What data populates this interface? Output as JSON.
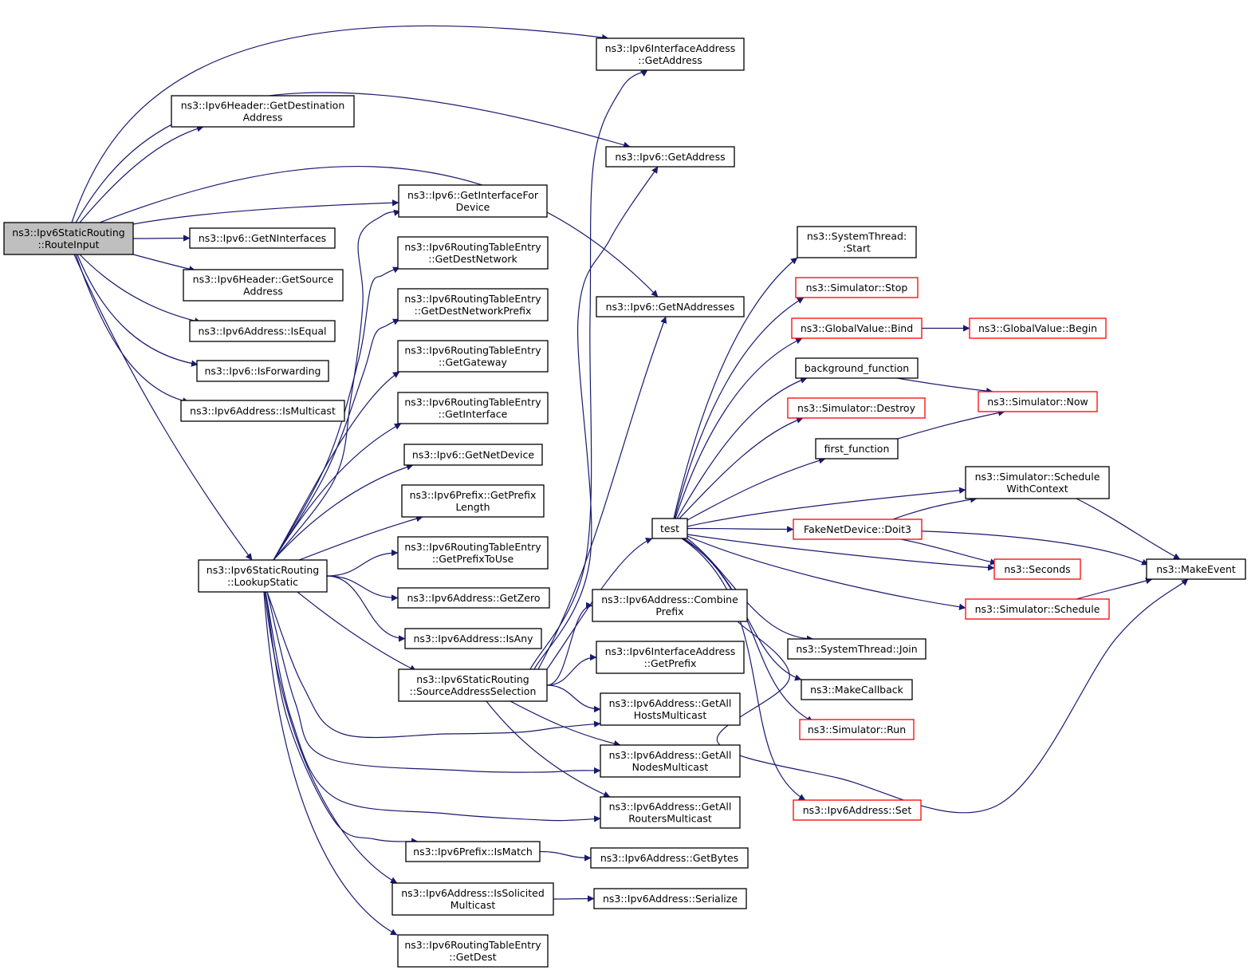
{
  "nodes": [
    {
      "id": "routeinput",
      "lines": [
        "ns3::Ipv6StaticRouting",
        "::RouteInput"
      ],
      "style": "root"
    },
    {
      "id": "getdestaddr",
      "lines": [
        "ns3::Ipv6Header::GetDestination",
        "Address"
      ],
      "style": "normal"
    },
    {
      "id": "getifaceaddr",
      "lines": [
        "ns3::Ipv6InterfaceAddress",
        "::GetAddress"
      ],
      "style": "normal"
    },
    {
      "id": "ipv6getaddr",
      "lines": [
        "ns3::Ipv6::GetAddress"
      ],
      "style": "normal"
    },
    {
      "id": "getifacefordev",
      "lines": [
        "ns3::Ipv6::GetInterfaceFor",
        "Device"
      ],
      "style": "normal"
    },
    {
      "id": "getninterfaces",
      "lines": [
        "ns3::Ipv6::GetNInterfaces"
      ],
      "style": "normal"
    },
    {
      "id": "getsourceaddr",
      "lines": [
        "ns3::Ipv6Header::GetSource",
        "Address"
      ],
      "style": "normal"
    },
    {
      "id": "isequal",
      "lines": [
        "ns3::Ipv6Address::IsEqual"
      ],
      "style": "normal"
    },
    {
      "id": "isforwarding",
      "lines": [
        "ns3::Ipv6::IsForwarding"
      ],
      "style": "normal"
    },
    {
      "id": "ismulticast",
      "lines": [
        "ns3::Ipv6Address::IsMulticast"
      ],
      "style": "normal"
    },
    {
      "id": "lookupstatic",
      "lines": [
        "ns3::Ipv6StaticRouting",
        "::LookupStatic"
      ],
      "style": "normal"
    },
    {
      "id": "getdestnetwork",
      "lines": [
        "ns3::Ipv6RoutingTableEntry",
        "::GetDestNetwork"
      ],
      "style": "normal"
    },
    {
      "id": "getdestnetprefix",
      "lines": [
        "ns3::Ipv6RoutingTableEntry",
        "::GetDestNetworkPrefix"
      ],
      "style": "normal"
    },
    {
      "id": "getgateway",
      "lines": [
        "ns3::Ipv6RoutingTableEntry",
        "::GetGateway"
      ],
      "style": "normal"
    },
    {
      "id": "getinterface",
      "lines": [
        "ns3::Ipv6RoutingTableEntry",
        "::GetInterface"
      ],
      "style": "normal"
    },
    {
      "id": "getnetdevice",
      "lines": [
        "ns3::Ipv6::GetNetDevice"
      ],
      "style": "normal"
    },
    {
      "id": "getprefixlen",
      "lines": [
        "ns3::Ipv6Prefix::GetPrefix",
        "Length"
      ],
      "style": "normal"
    },
    {
      "id": "getprefixtouse",
      "lines": [
        "ns3::Ipv6RoutingTableEntry",
        "::GetPrefixToUse"
      ],
      "style": "normal"
    },
    {
      "id": "getzero",
      "lines": [
        "ns3::Ipv6Address::GetZero"
      ],
      "style": "normal"
    },
    {
      "id": "isany",
      "lines": [
        "ns3::Ipv6Address::IsAny"
      ],
      "style": "normal"
    },
    {
      "id": "srcaddrsel",
      "lines": [
        "ns3::Ipv6StaticRouting",
        "::SourceAddressSelection"
      ],
      "style": "normal"
    },
    {
      "id": "ismatch",
      "lines": [
        "ns3::Ipv6Prefix::IsMatch"
      ],
      "style": "normal"
    },
    {
      "id": "issolicited",
      "lines": [
        "ns3::Ipv6Address::IsSolicited",
        "Multicast"
      ],
      "style": "normal"
    },
    {
      "id": "getdest",
      "lines": [
        "ns3::Ipv6RoutingTableEntry",
        "::GetDest"
      ],
      "style": "normal"
    },
    {
      "id": "getnaddresses",
      "lines": [
        "ns3::Ipv6::GetNAddresses"
      ],
      "style": "normal"
    },
    {
      "id": "combineprefix",
      "lines": [
        "ns3::Ipv6Address::Combine",
        "Prefix"
      ],
      "style": "normal"
    },
    {
      "id": "ifaceprefix",
      "lines": [
        "ns3::Ipv6InterfaceAddress",
        "::GetPrefix"
      ],
      "style": "normal"
    },
    {
      "id": "allhosts",
      "lines": [
        "ns3::Ipv6Address::GetAll",
        "HostsMulticast"
      ],
      "style": "normal"
    },
    {
      "id": "allnodes",
      "lines": [
        "ns3::Ipv6Address::GetAll",
        "NodesMulticast"
      ],
      "style": "normal"
    },
    {
      "id": "allrouters",
      "lines": [
        "ns3::Ipv6Address::GetAll",
        "RoutersMulticast"
      ],
      "style": "normal"
    },
    {
      "id": "getbytes",
      "lines": [
        "ns3::Ipv6Address::GetBytes"
      ],
      "style": "normal"
    },
    {
      "id": "serialize",
      "lines": [
        "ns3::Ipv6Address::Serialize"
      ],
      "style": "normal"
    },
    {
      "id": "test",
      "lines": [
        "test"
      ],
      "style": "normal"
    },
    {
      "id": "threadstart",
      "lines": [
        "ns3::SystemThread:",
        ":Start"
      ],
      "style": "normal"
    },
    {
      "id": "simstop",
      "lines": [
        "ns3::Simulator::Stop"
      ],
      "style": "red"
    },
    {
      "id": "gvbind",
      "lines": [
        "ns3::GlobalValue::Bind"
      ],
      "style": "red"
    },
    {
      "id": "gvbegin",
      "lines": [
        "ns3::GlobalValue::Begin"
      ],
      "style": "red"
    },
    {
      "id": "bgfunc",
      "lines": [
        "background_function"
      ],
      "style": "normal"
    },
    {
      "id": "simdestroy",
      "lines": [
        "ns3::Simulator::Destroy"
      ],
      "style": "red"
    },
    {
      "id": "simnow",
      "lines": [
        "ns3::Simulator::Now"
      ],
      "style": "red"
    },
    {
      "id": "firstfunc",
      "lines": [
        "first_function"
      ],
      "style": "normal"
    },
    {
      "id": "schedctx",
      "lines": [
        "ns3::Simulator::Schedule",
        "WithContext"
      ],
      "style": "normal"
    },
    {
      "id": "doit3",
      "lines": [
        "FakeNetDevice::Doit3"
      ],
      "style": "red"
    },
    {
      "id": "makeevent",
      "lines": [
        "ns3::MakeEvent"
      ],
      "style": "normal"
    },
    {
      "id": "seconds",
      "lines": [
        "ns3::Seconds"
      ],
      "style": "red"
    },
    {
      "id": "schedule",
      "lines": [
        "ns3::Simulator::Schedule"
      ],
      "style": "red"
    },
    {
      "id": "threadjoin",
      "lines": [
        "ns3::SystemThread::Join"
      ],
      "style": "normal"
    },
    {
      "id": "makecallback",
      "lines": [
        "ns3::MakeCallback"
      ],
      "style": "normal"
    },
    {
      "id": "simrun",
      "lines": [
        "ns3::Simulator::Run"
      ],
      "style": "red"
    },
    {
      "id": "addrset",
      "lines": [
        "ns3::Ipv6Address::Set"
      ],
      "style": "red"
    }
  ],
  "edges": [
    [
      "routeinput",
      "getifaceaddr"
    ],
    [
      "routeinput",
      "getdestaddr"
    ],
    [
      "routeinput",
      "ipv6getaddr"
    ],
    [
      "routeinput",
      "getnaddresses"
    ],
    [
      "routeinput",
      "getifacefordev"
    ],
    [
      "routeinput",
      "getninterfaces"
    ],
    [
      "routeinput",
      "getsourceaddr"
    ],
    [
      "routeinput",
      "isequal"
    ],
    [
      "routeinput",
      "isforwarding"
    ],
    [
      "routeinput",
      "ismulticast"
    ],
    [
      "routeinput",
      "lookupstatic"
    ],
    [
      "lookupstatic",
      "getifacefordev"
    ],
    [
      "lookupstatic",
      "getdestnetwork"
    ],
    [
      "lookupstatic",
      "getdestnetprefix"
    ],
    [
      "lookupstatic",
      "getgateway"
    ],
    [
      "lookupstatic",
      "getinterface"
    ],
    [
      "lookupstatic",
      "getnetdevice"
    ],
    [
      "lookupstatic",
      "getprefixlen"
    ],
    [
      "lookupstatic",
      "getprefixtouse"
    ],
    [
      "lookupstatic",
      "getzero"
    ],
    [
      "lookupstatic",
      "isany"
    ],
    [
      "lookupstatic",
      "srcaddrsel"
    ],
    [
      "lookupstatic",
      "allhosts"
    ],
    [
      "lookupstatic",
      "allnodes"
    ],
    [
      "lookupstatic",
      "allrouters"
    ],
    [
      "lookupstatic",
      "ismatch"
    ],
    [
      "lookupstatic",
      "issolicited"
    ],
    [
      "lookupstatic",
      "getdest"
    ],
    [
      "srcaddrsel",
      "getifaceaddr"
    ],
    [
      "srcaddrsel",
      "ipv6getaddr"
    ],
    [
      "srcaddrsel",
      "getnaddresses"
    ],
    [
      "srcaddrsel",
      "combineprefix"
    ],
    [
      "srcaddrsel",
      "ifaceprefix"
    ],
    [
      "srcaddrsel",
      "allhosts"
    ],
    [
      "srcaddrsel",
      "allnodes"
    ],
    [
      "srcaddrsel",
      "allrouters"
    ],
    [
      "srcaddrsel",
      "test"
    ],
    [
      "ismatch",
      "getbytes"
    ],
    [
      "issolicited",
      "serialize"
    ],
    [
      "combineprefix",
      "makeevent"
    ],
    [
      "test",
      "threadstart"
    ],
    [
      "test",
      "simstop"
    ],
    [
      "test",
      "gvbind"
    ],
    [
      "test",
      "bgfunc"
    ],
    [
      "test",
      "simdestroy"
    ],
    [
      "test",
      "firstfunc"
    ],
    [
      "test",
      "schedctx"
    ],
    [
      "test",
      "doit3"
    ],
    [
      "test",
      "seconds"
    ],
    [
      "test",
      "schedule"
    ],
    [
      "test",
      "threadjoin"
    ],
    [
      "test",
      "makecallback"
    ],
    [
      "test",
      "simrun"
    ],
    [
      "test",
      "addrset"
    ],
    [
      "gvbind",
      "gvbegin"
    ],
    [
      "bgfunc",
      "simnow"
    ],
    [
      "firstfunc",
      "simnow"
    ],
    [
      "doit3",
      "schedctx"
    ],
    [
      "doit3",
      "seconds"
    ],
    [
      "doit3",
      "makeevent"
    ],
    [
      "schedctx",
      "makeevent"
    ],
    [
      "schedule",
      "makeevent"
    ]
  ]
}
